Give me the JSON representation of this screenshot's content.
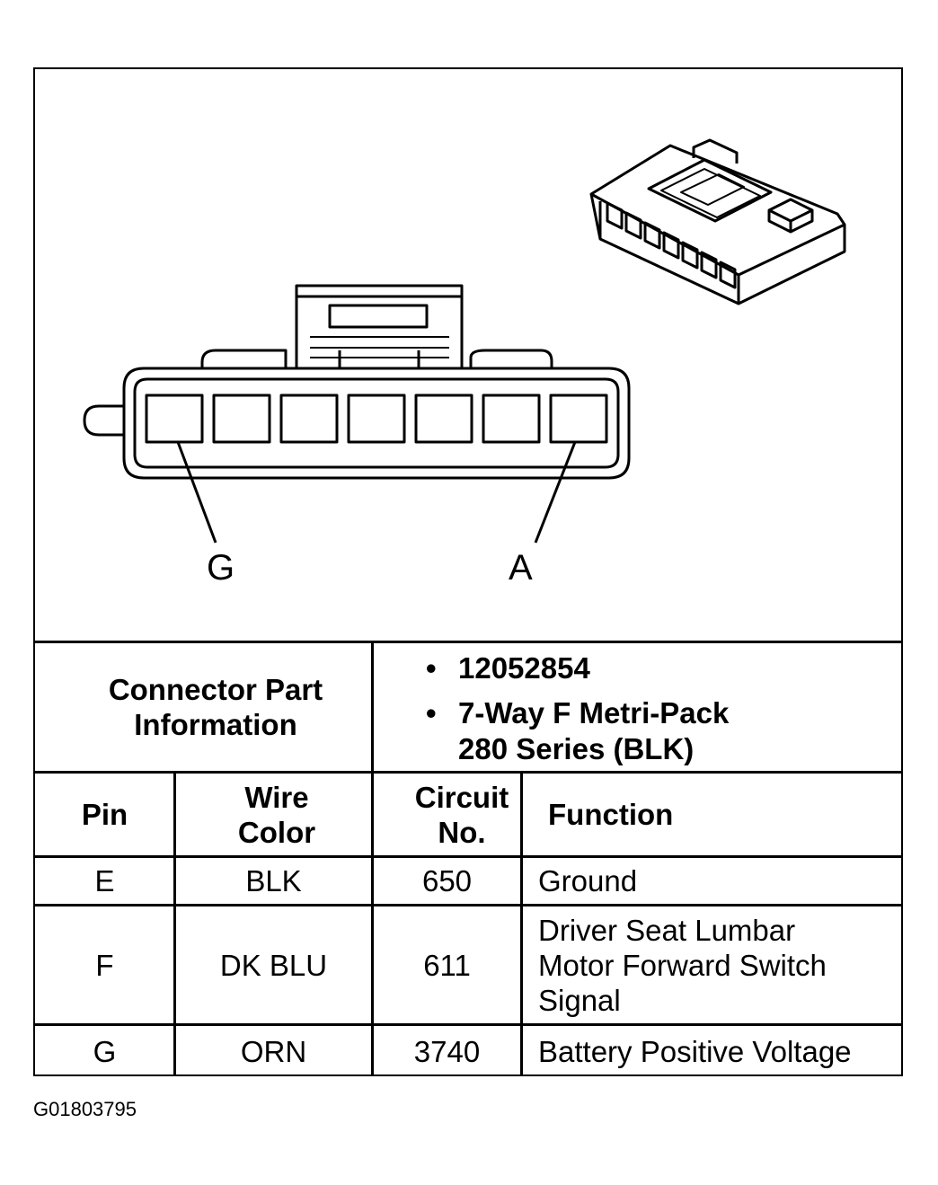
{
  "diagram": {
    "pin_labels": {
      "left": "G",
      "right": "A"
    }
  },
  "connector_info": {
    "label": "Connector Part Information",
    "bullets": [
      {
        "symbol": "•",
        "text": "12052854"
      },
      {
        "symbol": "•",
        "text": "7-Way F Metri-Pack 280 Series (BLK)"
      }
    ]
  },
  "table": {
    "headers": {
      "pin": "Pin",
      "wire_color": "Wire Color",
      "circuit": "Circuit No.",
      "function": "Function"
    },
    "rows": [
      {
        "pin": "E",
        "wire_color": "BLK",
        "circuit": "650",
        "function": "Ground"
      },
      {
        "pin": "F",
        "wire_color": "DK BLU",
        "circuit": "611",
        "function": "Driver Seat Lumbar Motor Forward Switch Signal"
      },
      {
        "pin": "G",
        "wire_color": "ORN",
        "circuit": "3740",
        "function": "Battery Positive Voltage"
      }
    ]
  },
  "figure_id": "G01803795"
}
